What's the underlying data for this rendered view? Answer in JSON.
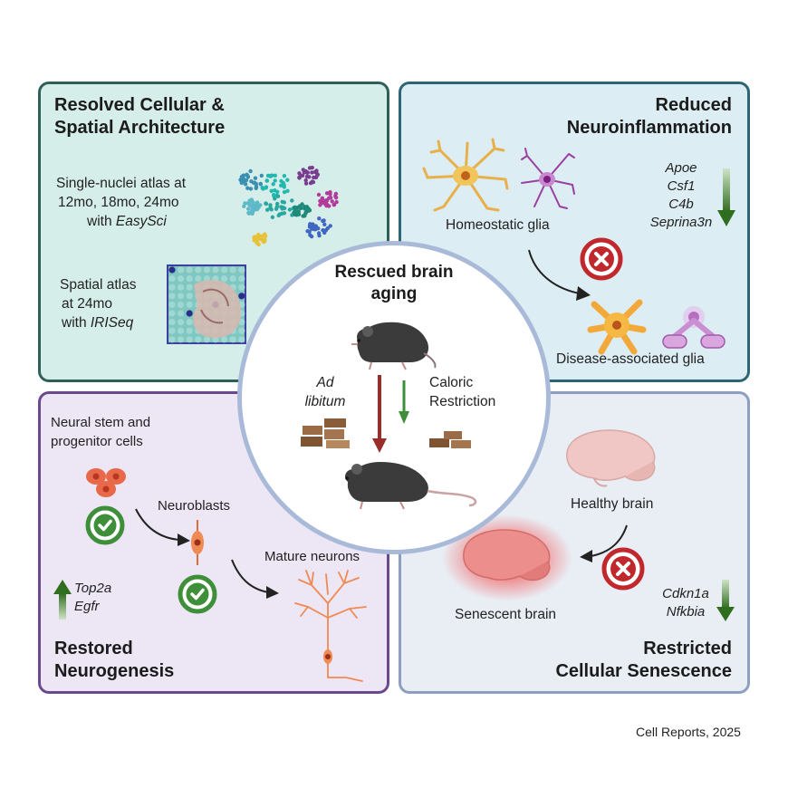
{
  "panels": {
    "top_left": {
      "title_line1": "Resolved Cellular &",
      "title_line2": "Spatial Architecture",
      "atlas1_line1": "Single-nuclei atlas at",
      "atlas1_line2": "12mo, 18mo, 24mo",
      "atlas1_line3_prefix": "with ",
      "atlas1_method": "EasySci",
      "atlas2_line1": "Spatial atlas",
      "atlas2_line2": "at 24mo",
      "atlas2_line3_prefix": "with ",
      "atlas2_method": "IRISeq"
    },
    "top_right": {
      "title_line1": "Reduced",
      "title_line2": "Neuroinflammation",
      "homeostatic_label": "Homeostatic glia",
      "disease_label": "Disease-associated glia",
      "genes": [
        "Apoe",
        "Csf1",
        "C4b",
        "Seprina3n"
      ]
    },
    "bottom_left": {
      "nsc_line1": "Neural stem and",
      "nsc_line2": "progenitor cells",
      "neuroblasts_label": "Neuroblasts",
      "mature_label": "Mature neurons",
      "genes": [
        "Top2a",
        "Egfr"
      ],
      "title_line1": "Restored",
      "title_line2": "Neurogenesis"
    },
    "bottom_right": {
      "healthy_label": "Healthy brain",
      "senescent_label": "Senescent brain",
      "genes": [
        "Cdkn1a",
        "Nfkbia"
      ],
      "title_line1": "Restricted",
      "title_line2": "Cellular Senescence"
    }
  },
  "center": {
    "title_line1": "Rescued brain",
    "title_line2": "aging",
    "ad_line1": "Ad",
    "ad_line2": "libitum",
    "cr_line1": "Caloric",
    "cr_line2": "Restriction"
  },
  "citation": "Cell Reports, 2025",
  "colors": {
    "teal_panel": "#d6eee9",
    "blue_panel": "#dcedf3",
    "purple_panel": "#ede6f5",
    "grey_panel": "#e9eef5",
    "down_arrow_green": "#3f7d2a",
    "red_arrow": "#9b2c2c",
    "check_green": "#3f8f3a",
    "cross_red": "#c0282d"
  },
  "icons": [
    "umap-cluster-icon",
    "spatial-grid-icon",
    "astrocyte-icon",
    "microglia-icon",
    "cross-icon",
    "check-icon",
    "mouse-icon",
    "food-pellet-icon",
    "brain-icon",
    "neuron-icon",
    "progenitor-cell-icon",
    "neuroblast-icon"
  ]
}
